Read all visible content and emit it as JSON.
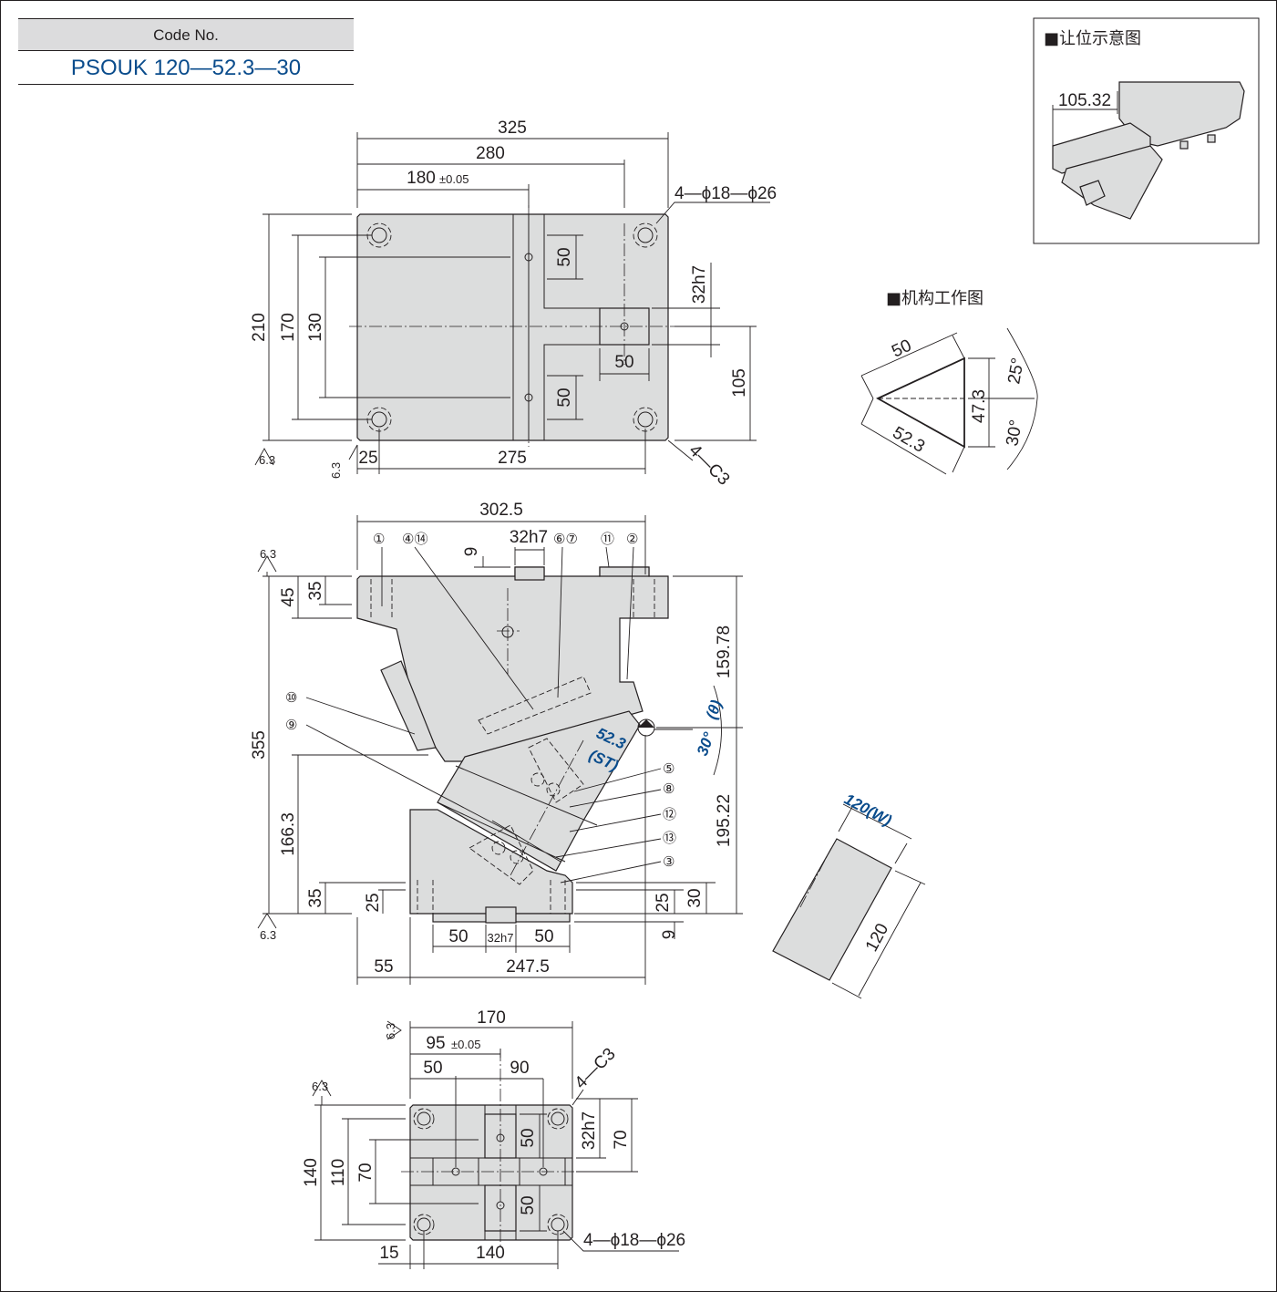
{
  "code_box": {
    "label": "Code No.",
    "value": "PSOUK 120—52.3—30"
  },
  "sections": {
    "clearance": "■让位示意图",
    "mechanism": "■机构工作图"
  },
  "top_view": {
    "d325": "325",
    "d280": "280",
    "d180": "180",
    "tol005": "±0.05",
    "holes": "4—ϕ18—ϕ26",
    "d50a": "50",
    "d50b": "50",
    "d50c": "50",
    "d32h7": "32h7",
    "d210": "210",
    "d170": "170",
    "d130": "130",
    "d105": "105",
    "d25": "25",
    "d275": "275",
    "chamfer": "4—C3",
    "rough": "6.3"
  },
  "front_view": {
    "d302": "302.5",
    "d9top": "9",
    "d32h7": "32h7",
    "d45": "45",
    "d35top": "35",
    "d355": "355",
    "d166": "166.3",
    "d35bot": "35",
    "d25left": "25",
    "d159": "159.78",
    "d195": "195.22",
    "d25right": "25",
    "d30": "30",
    "d9bot": "9",
    "d50l": "50",
    "d32h7b": "32h7",
    "d50r": "50",
    "d55": "55",
    "d247": "247.5",
    "angle": "30°",
    "theta": "(θ)",
    "stroke": "52.3",
    "st": "(ST)",
    "labels": [
      "①",
      "④⑭",
      "⑥⑦",
      "⑪",
      "②",
      "⑩",
      "⑨",
      "⑤",
      "⑧",
      "⑫",
      "⑬",
      "③"
    ]
  },
  "bottom_view": {
    "d170": "170",
    "d95": "95",
    "d50": "50",
    "d90": "90",
    "chamfer": "4—C3",
    "d140v": "140",
    "d110": "110",
    "d70": "70",
    "d50a": "50",
    "d50b": "50",
    "d32h7": "32h7",
    "d70r": "70",
    "d15": "15",
    "d140h": "140",
    "holes": "4—ϕ18—ϕ26"
  },
  "clearance_view": {
    "d105": "105.32"
  },
  "mechanism_view": {
    "d50": "50",
    "d523": "52.3",
    "d473": "47.3",
    "a25": "25°",
    "a30": "30°"
  },
  "width_view": {
    "w": "120(W)",
    "d120": "120"
  }
}
